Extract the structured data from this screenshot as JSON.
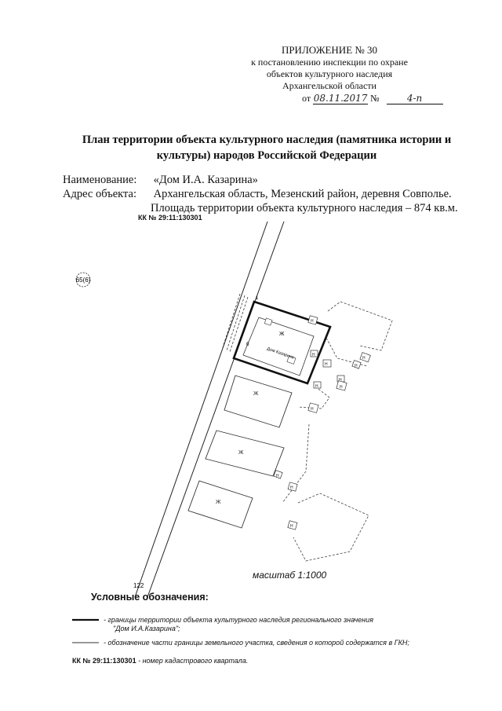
{
  "appendix": {
    "heading": "ПРИЛОЖЕНИЕ № 30",
    "line1": "к постановлению инспекции по охране",
    "line2": "объектов культурного наследия",
    "line3": "Архангельской области",
    "from_label": "от",
    "date_value": "08.11.2017",
    "number_label": "№",
    "number_value": "4-п"
  },
  "title": {
    "line1": "План территории объекта культурного наследия (памятника истории и",
    "line2": "культуры) народов Российской Федерации"
  },
  "object": {
    "name_label": "Наименование:",
    "name_value": "«Дом И.А. Казарина»",
    "address_label": "Адрес объекта:",
    "address_value": "Архангельская область, Мезенский район, деревня Совполье.",
    "area_text": "Площадь территории объекта культурного наследия – 874 кв.м."
  },
  "map": {
    "cadastral_quarter": "КК № 29:11:130301",
    "parcel_65": "65(6)",
    "parcel_122": "122",
    "house_label": "Дом Казарина",
    "building_mark": "Ж",
    "outbuilding_mark": "Н",
    "scale": "масштаб 1:1000"
  },
  "legend": {
    "title": "Условные обозначения:",
    "item1_line1": "- границы территории объекта культурного наследия регионального значения",
    "item1_line2": "\"Дом И.А.Казарина\";",
    "item2": "- обозначение части границы земельного участка, сведения о которой содержатся в ГКН;",
    "item3_code": "КК № 29:11:130301",
    "item3_text": "- номер кадастрового квартала."
  }
}
